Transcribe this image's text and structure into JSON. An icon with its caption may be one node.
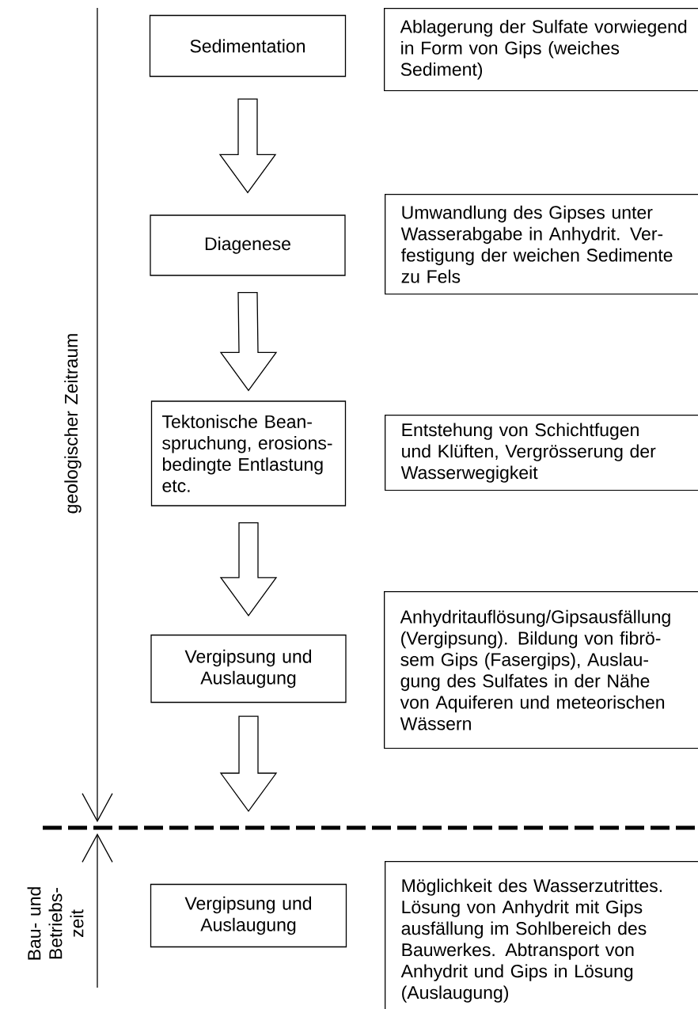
{
  "diagram": {
    "nodes": [
      {
        "text": [
          "Sedimentation"
        ]
      },
      {
        "text": [
          "Ablagerung der Sulfate vorwiegend in Form von Gips (weiches Sediment)"
        ]
      },
      {
        "text": [
          "Diagenese"
        ]
      },
      {
        "text": [
          "Umwandlung des Gipses unter Wasserabgabe in Anhydrit. Ver- festigung der weichen Sedimente zu Fels"
        ]
      },
      {
        "text": [
          "Tektonische Bean- spruchung, erosions- bedingte Entlastung etc."
        ]
      },
      {
        "text": [
          "Entstehung von Schichtfugen und Klüften, Vergrösserung der Wasserwegigkeit"
        ]
      },
      {
        "text": [
          "Vergipsung und Auslaugung"
        ]
      },
      {
        "text": [
          "Anhydritauflösung/Gipsausfällung (Vergipsung). Bildung von fibrö- sem Gips (Fasergips), Auslau- gung des Sulfates in der Nähe von Aquiferen und meteorischen Wässern"
        ]
      },
      {
        "text": [
          "Vergipsung und Auslaugung"
        ]
      },
      {
        "text": [
          "Möglichkeit des Wasserzutrittes. Lösung von Anhydrit mit Gips ausfällung im Sohlbereich des Bauwerkes. Abtransport von Anhydrit und Gips in Lösung (Auslaugung)"
        ]
      }
    ],
    "edges": [
      {
        "from": 0,
        "to": 2,
        "arrow": "to"
      },
      {
        "from": 2,
        "to": 4,
        "arrow": "to"
      },
      {
        "from": 4,
        "to": 6,
        "arrow": "to"
      },
      {
        "from": 6,
        "to": null,
        "arrow": "to"
      }
    ],
    "labels": [
      "geologischer Zeitraum",
      "Bau- und Betriebs- zeit"
    ]
  }
}
